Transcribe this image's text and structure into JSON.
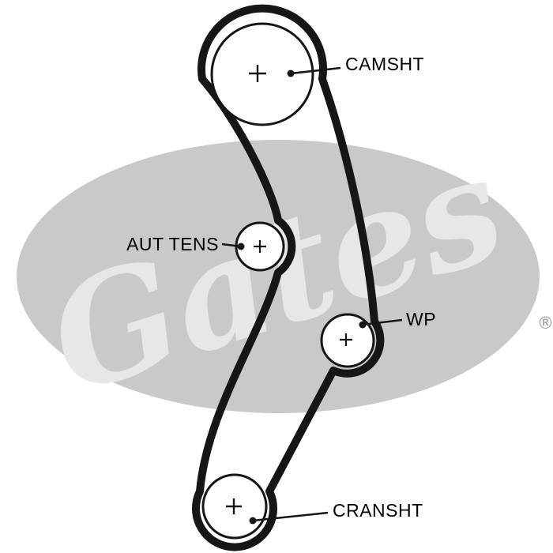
{
  "labels": {
    "camshaft": "CAMSHT",
    "tensioner": "AUT TENS",
    "water_pump": "WP",
    "crankshaft": "CRANSHT"
  },
  "watermark": {
    "brand": "Gates",
    "registered": "®"
  },
  "colors": {
    "belt": "#161616",
    "pulley_outline": "#161616",
    "label_text": "#000000",
    "watermark_ellipse": "#c9c9c9",
    "watermark_text": "#e7e7e7"
  }
}
